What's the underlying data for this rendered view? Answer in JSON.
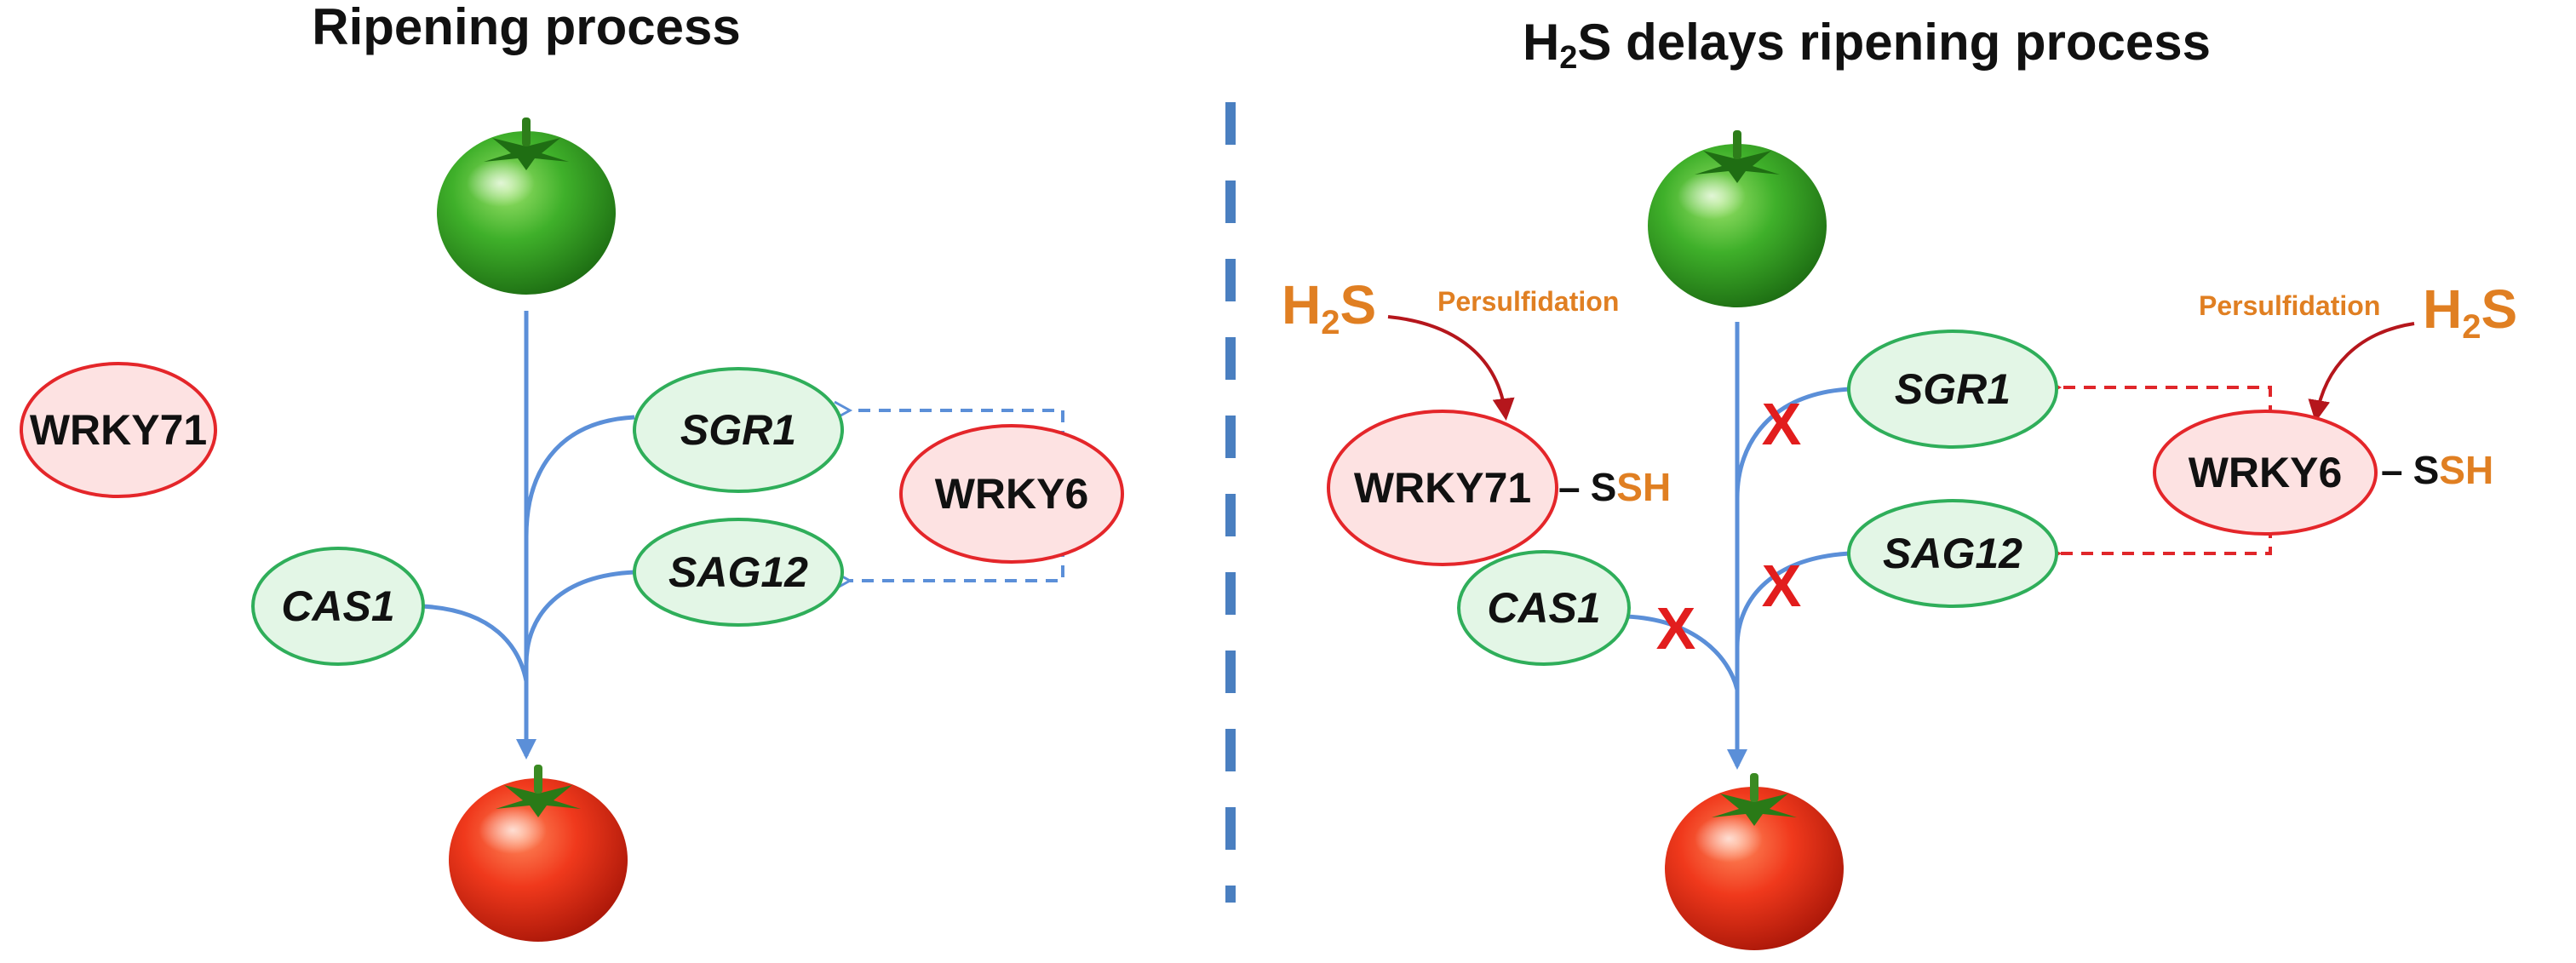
{
  "colors": {
    "red_outline": "#e4262a",
    "green_outline": "#2fae5a",
    "node_fill_red": "#fde2e2",
    "node_fill_green": "#e3f6e6",
    "blue_arrow": "#5b8fd8",
    "red_arrow": "#e0262a",
    "orange_text": "#e07f22",
    "divider": "#4a7fc0",
    "x_mark": "#e21d1d"
  },
  "left": {
    "title": "Ripening process",
    "wrky71": "WRKY71",
    "wrky6": "WRKY6",
    "sgr1": "SGR1",
    "sag12": "SAG12",
    "cas1": "CAS1"
  },
  "right": {
    "title_h": "H",
    "title_sub": "2",
    "title_rest": "S delays ripening process",
    "h2s_h": "H",
    "h2s_sub": "2",
    "h2s_s": "S",
    "persulfidation": "Persulfidation",
    "wrky71": "WRKY71",
    "wrky6": "WRKY6",
    "sgr1": "SGR1",
    "sag12": "SAG12",
    "cas1": "CAS1",
    "dash": "–",
    "ssh_s": "S",
    "ssh_sh": "SH",
    "x_mark": "X"
  },
  "icons": [
    "green-tomato-icon",
    "red-tomato-icon"
  ]
}
